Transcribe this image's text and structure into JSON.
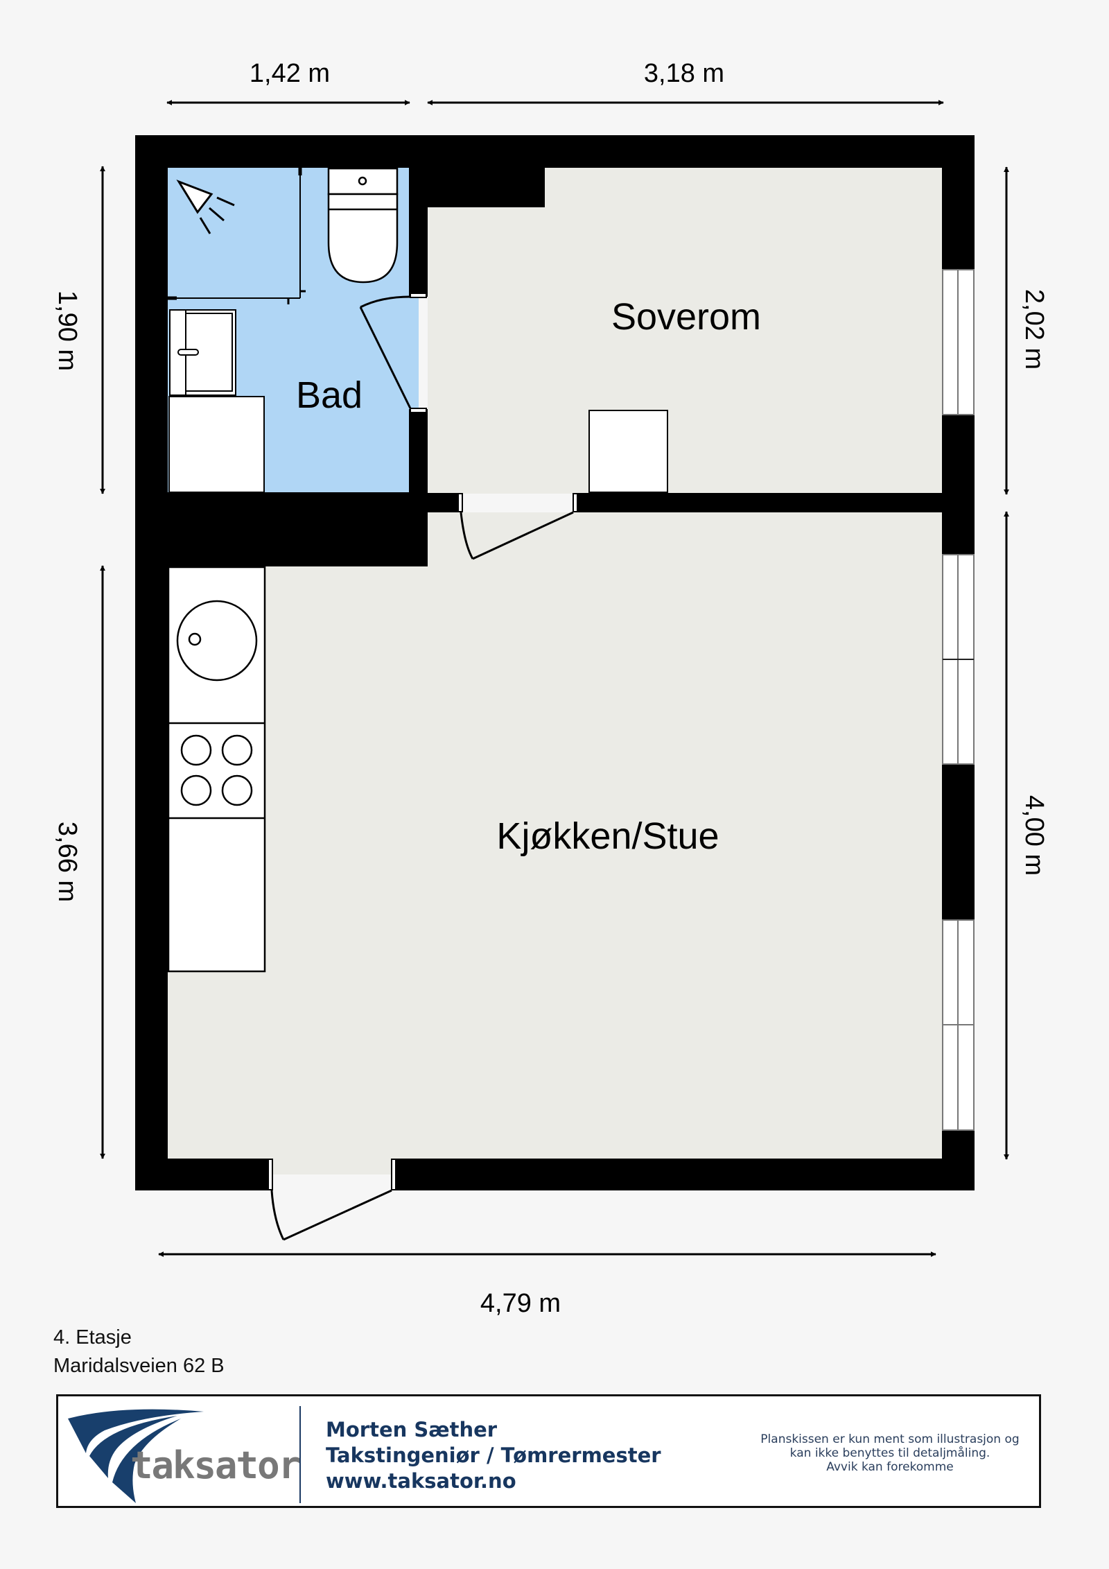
{
  "plan": {
    "dimensions": {
      "top_left": "1,42 m",
      "top_right": "3,18 m",
      "left_upper": "1,90 m",
      "left_lower": "3,66 m",
      "right_upper": "2,02 m",
      "right_lower": "4,00 m",
      "bottom": "4,79 m"
    },
    "rooms": {
      "bath": "Bad",
      "bedroom": "Soverom",
      "kitchen_living": "Kjøkken/Stue"
    },
    "colors": {
      "wall": "#000000",
      "bath_floor": "#b0d6f5",
      "room_floor": "#ebebe6",
      "background": "#f6f6f6",
      "fixture": "#ffffff"
    }
  },
  "floor_info": {
    "level": "4. Etasje",
    "address": "Maridalsveien 62 B"
  },
  "footer": {
    "logo_text": "taksator",
    "company_name": "Morten Sæther",
    "title": "Takstingeniør / Tømrermester",
    "website": "www.taksator.no",
    "disclaimer_lines": [
      "Planskissen er kun ment som illustrasjon og",
      "kan ikke benyttes til detaljmåling.",
      "Avvik kan forekomme"
    ],
    "brand_color": "#17365f",
    "logo_gray": "#787878"
  }
}
